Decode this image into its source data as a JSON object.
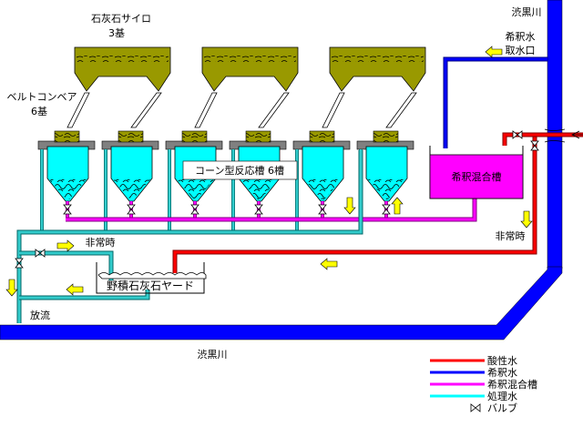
{
  "labels": {
    "silo_title": "石灰石サイロ",
    "silo_count": "3基",
    "conveyor_title": "ベルトコンベア",
    "conveyor_count": "6基",
    "reactor": "コーン型反応槽  6槽",
    "river_top": "渋黒川",
    "intake_line1": "希釈水",
    "intake_line2": "取水口",
    "mix_tank": "希釈混合槽",
    "emergency_right": "非常時",
    "emergency_left": "非常時",
    "yard": "野積石灰石ヤード",
    "discharge": "放流",
    "river_bottom": "渋黒川"
  },
  "legend": [
    {
      "label": "酸性水",
      "color": "#ff0000",
      "kind": "line"
    },
    {
      "label": "希釈水",
      "color": "#0000ff",
      "kind": "line"
    },
    {
      "label": "希釈混合槽",
      "color": "#ff00ff",
      "kind": "line"
    },
    {
      "label": "処理水",
      "color": "#00ffff",
      "kind": "line"
    },
    {
      "label": "バルブ",
      "color": "#000000",
      "kind": "valve"
    }
  ],
  "colors": {
    "acid_water": "#ff0000",
    "dilution_water": "#0000ff",
    "mix_line": "#ff00ff",
    "treated_water": "#33cccc",
    "reactor_fill": "#00ffff",
    "silo": "#999900",
    "mix_tank": "#ff00ff",
    "arrow": "#ffff00",
    "river": "#0000ff"
  },
  "counts": {
    "silos": 3,
    "reactors": 6
  }
}
